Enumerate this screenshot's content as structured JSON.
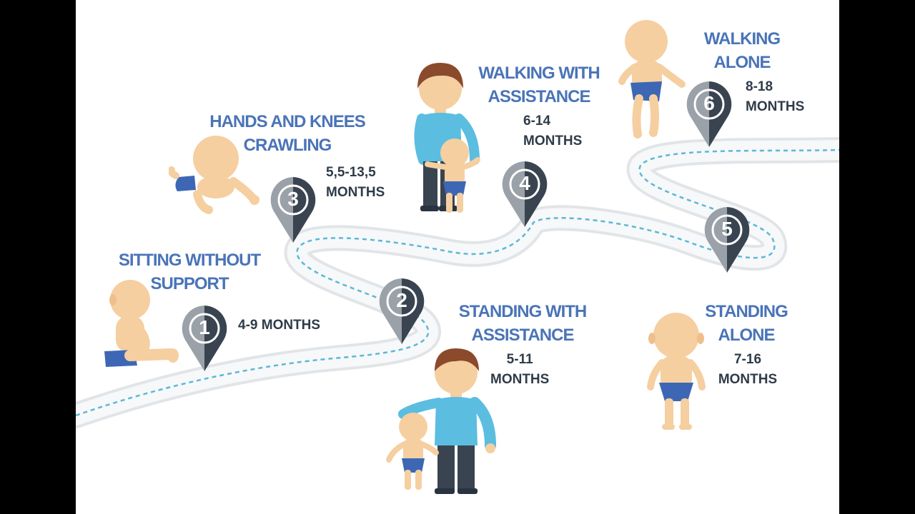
{
  "milestones": [
    {
      "number": "1",
      "title_line1": "SITTING WITHOUT",
      "title_line2": "SUPPORT",
      "age_line1": "4-9  MONTHS",
      "age_line2": ""
    },
    {
      "number": "2",
      "title_line1": "STANDING WITH",
      "title_line2": "ASSISTANCE",
      "age_line1": "5-11",
      "age_line2": "MONTHS"
    },
    {
      "number": "3",
      "title_line1": "HANDS AND KNEES",
      "title_line2": "CRAWLING",
      "age_line1": "5,5-13,5",
      "age_line2": "MONTHS"
    },
    {
      "number": "4",
      "title_line1": "WALKING WITH",
      "title_line2": "ASSISTANCE",
      "age_line1": "6-14",
      "age_line2": "MONTHS"
    },
    {
      "number": "5",
      "title_line1": "STANDING",
      "title_line2": "ALONE",
      "age_line1": "7-16",
      "age_line2": "MONTHS"
    },
    {
      "number": "6",
      "title_line1": "WALKING",
      "title_line2": "ALONE",
      "age_line1": "8-18",
      "age_line2": "MONTHS"
    }
  ],
  "colors": {
    "title": "#4a74b8",
    "age_text": "#2f3b48",
    "pin_dark": "#3a4450",
    "pin_light": "#9aa1a8",
    "road": "#eceef0",
    "road_dash": "#5bb8d8",
    "skin": "#f5cfa0",
    "diaper": "#3d67b5",
    "adult_shirt": "#5bbde0",
    "adult_pants": "#3a4450",
    "adult_hair": "#8b4a2b"
  }
}
